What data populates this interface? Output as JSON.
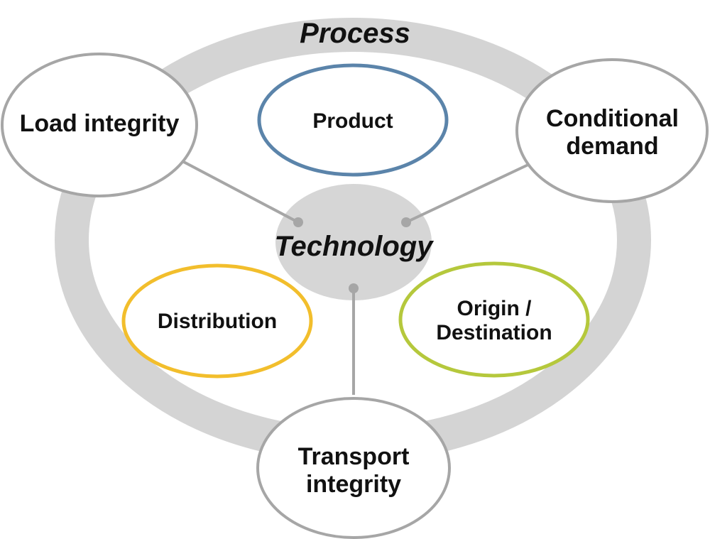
{
  "diagram": {
    "ring_label": "Process",
    "center_label": "Technology",
    "outer_nodes": {
      "load_integrity": {
        "label": "Load integrity"
      },
      "conditional_demand": {
        "line1": "Conditional",
        "line2": "demand"
      },
      "transport_integrity": {
        "line1": "Transport",
        "line2": "integrity"
      }
    },
    "inner_nodes": {
      "product": {
        "label": "Product"
      },
      "distribution": {
        "label": "Distribution"
      },
      "origin_destination": {
        "line1": "Origin /",
        "line2": "Destination"
      }
    }
  },
  "colors": {
    "ring": "#d4d4d4",
    "center_fill": "#d6d6d6",
    "outer_node_border": "#a6a6a6",
    "connector": "#a6a6a6",
    "product_border": "#5b84aa",
    "distribution_border": "#f2be2c",
    "origin_destination_border": "#b5c83c",
    "text": "#111111"
  }
}
